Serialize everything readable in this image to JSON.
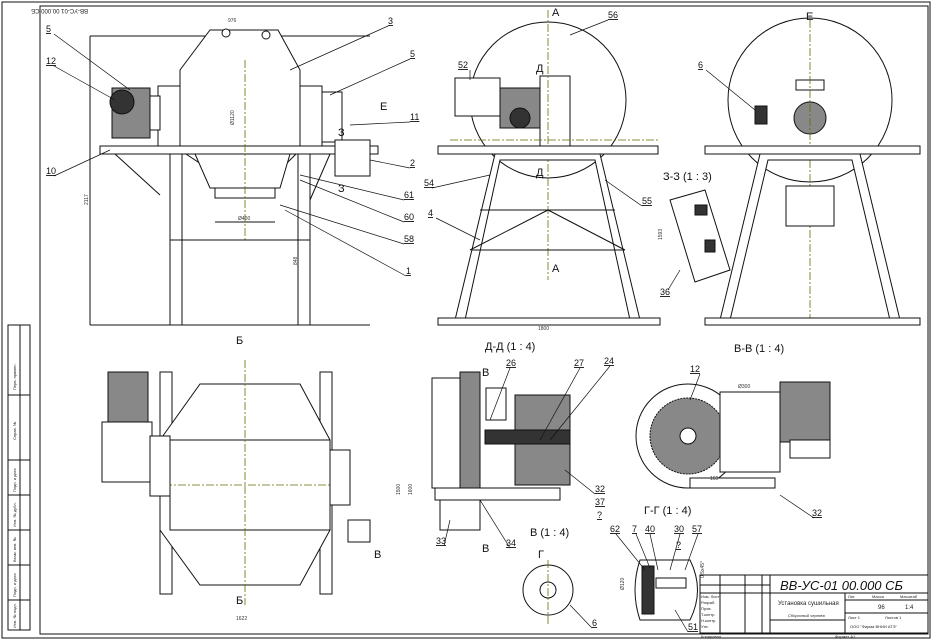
{
  "title_block": {
    "designation": "ВВ-УС-01 00.000 СБ",
    "name": "Установка сушильная",
    "doc_type": "Сборочный чертеж",
    "company": "ООО \"Фирма ВНИИ АТЭ\"",
    "mass": "96",
    "scale": "1:4",
    "col_lit": "Лит.",
    "col_mass": "Масса",
    "col_scale": "Масштаб",
    "sheet": "Лист 1",
    "sheets": "Листов 1",
    "rows": [
      "Изм. Лист",
      "Разраб.",
      "Пров.",
      "Т.контр.",
      "Н.контр.",
      "Утв."
    ],
    "copied": "Копировал",
    "format": "Формат А1"
  },
  "corner_code": "ВВ-УС-01 00.000 СБ",
  "side_stamp": [
    "Перв. примен.",
    "Справ. №",
    "Подп. и дата",
    "Инв. № дубл.",
    "Взам. инв. №",
    "Подп. и дата",
    "Инв. № подл."
  ],
  "sections": {
    "zz": "З-З (1 : 3)",
    "dd": "Д-Д (1 : 4)",
    "vv": "В-В (1 : 4)",
    "gg": "Г-Г (1 : 4)",
    "v": "В (1 : 4)",
    "a": "А",
    "e": "Е",
    "z": "З",
    "d": "Д",
    "b": "Б",
    "vl": "В",
    "g": "Г"
  },
  "dimensions": {
    "top_width": "976",
    "drum_dia": "Ø1120",
    "outlet_dia": "Ø400",
    "height": "2117",
    "leg": "848",
    "side_width": "1800",
    "side_height": "1593",
    "plan_1500": "1500",
    "plan_1600": "1600",
    "plan_width": "1622",
    "gear_dia": "Ø300",
    "gear_dist": "169",
    "gg_dia": "Ø120",
    "gg_small": "0.5x45°"
  },
  "balloons": [
    "5",
    "12",
    "10",
    "3",
    "5",
    "11",
    "2",
    "61",
    "60",
    "58",
    "1",
    "56",
    "52",
    "54",
    "4",
    "55",
    "6",
    "36",
    "26",
    "27",
    "24",
    "12",
    "32",
    "32",
    "37",
    "?",
    "33",
    "34",
    "62",
    "7",
    "40",
    "30",
    "57",
    "51",
    "6",
    "?"
  ]
}
